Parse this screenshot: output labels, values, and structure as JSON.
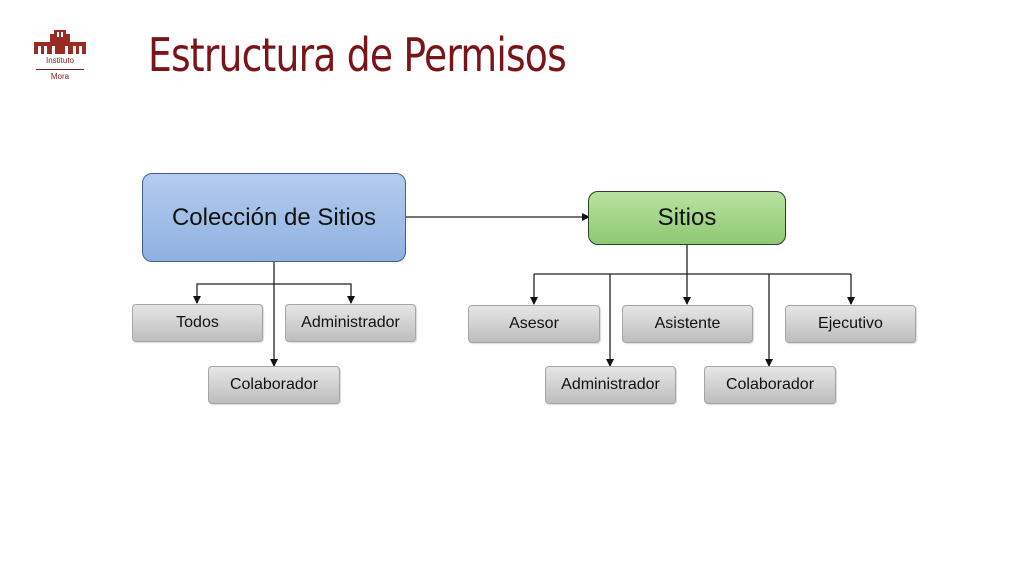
{
  "logo": {
    "line1": "Instituto",
    "line2": "Mora"
  },
  "title": "Estructura de Permisos",
  "colors": {
    "title": "#7b1418",
    "blue_box": "#9dbbe6",
    "green_box": "#9bd07e",
    "gray_box": "#d2d2d2"
  },
  "diagram": {
    "collection": {
      "label": "Colección de Sitios",
      "children": [
        "Todos",
        "Administrador",
        "Colaborador"
      ]
    },
    "sites": {
      "label": "Sitios",
      "children": [
        "Asesor",
        "Asistente",
        "Ejecutivo",
        "Administrador",
        "Colaborador"
      ]
    }
  }
}
